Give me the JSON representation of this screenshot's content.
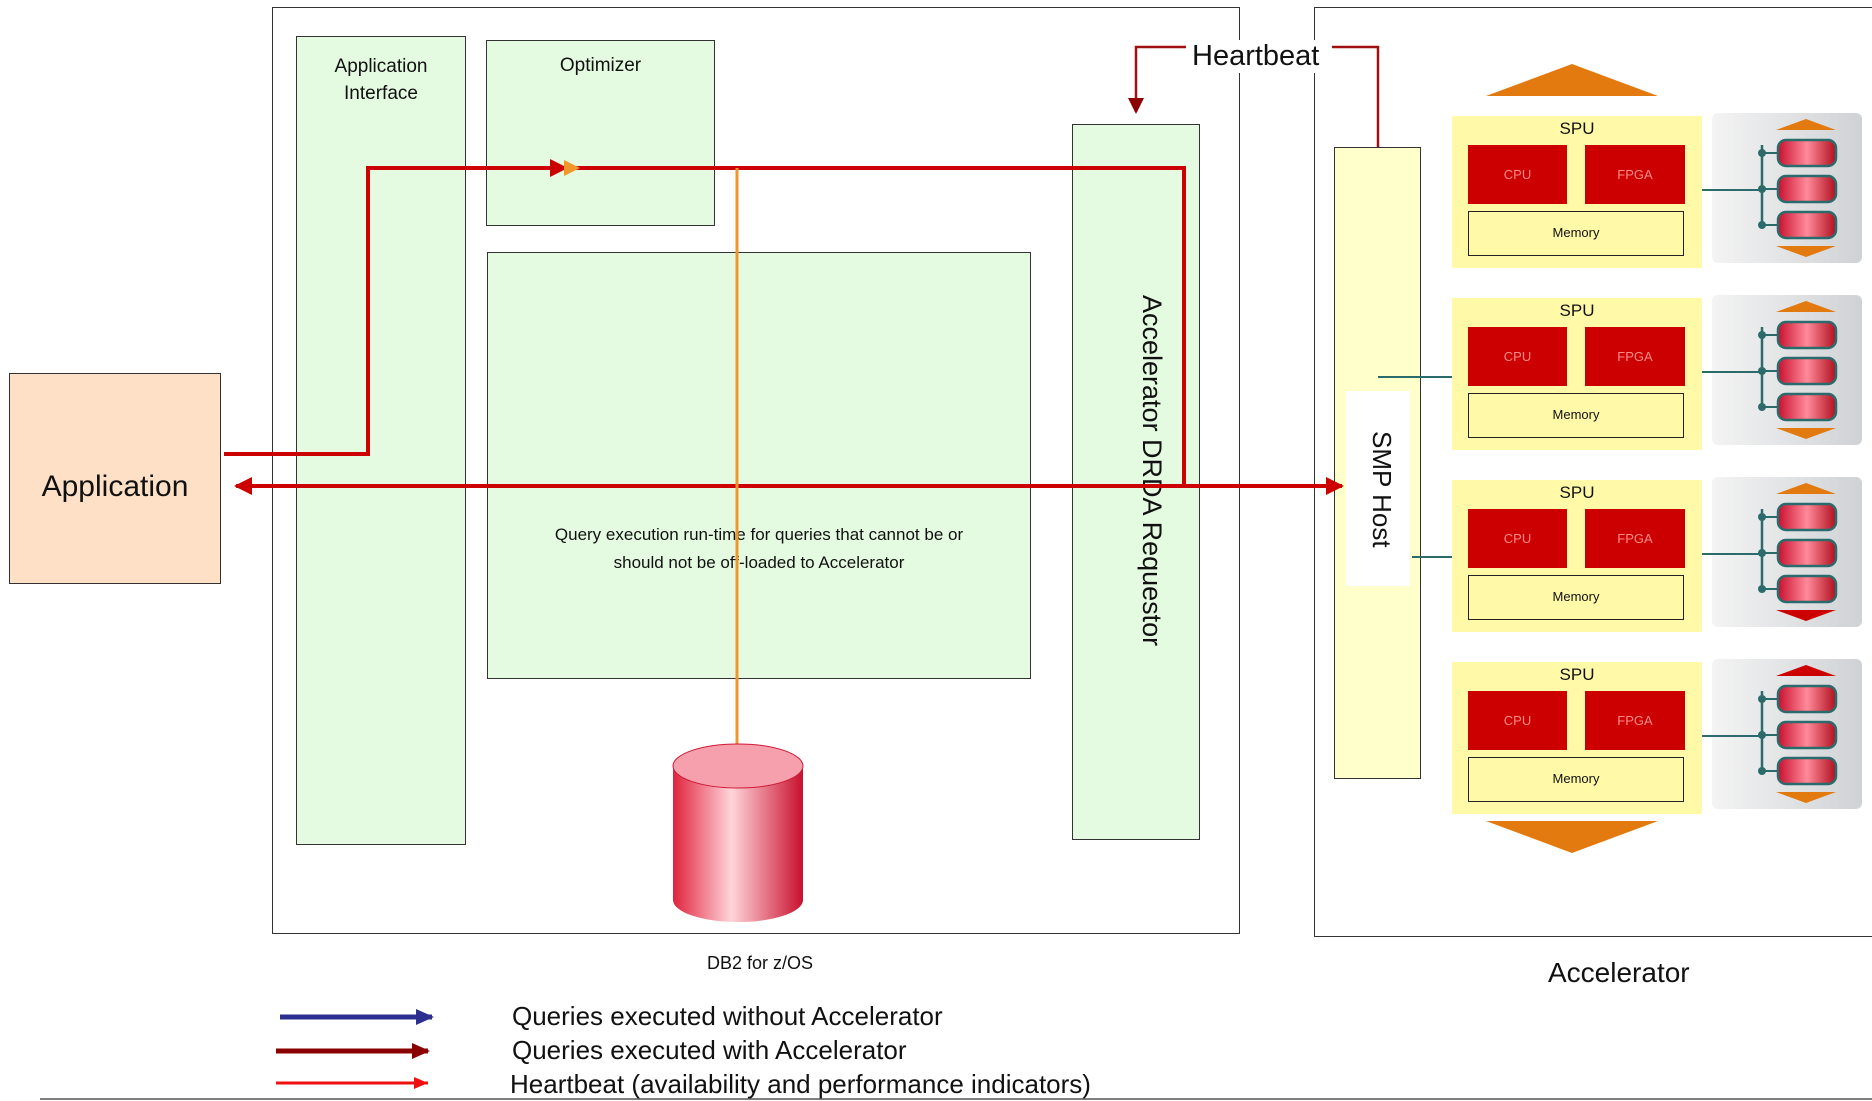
{
  "application": {
    "label": "Application"
  },
  "db2": {
    "caption": "DB2 for z/OS",
    "app_interface": "Application\nInterface",
    "optimizer": "Optimizer",
    "query_runtime": "Query execution run-time for queries that cannot be or\nshould not be off-loaded to Accelerator",
    "drda_requestor": "Accelerator  DRDA Requestor"
  },
  "heartbeat": {
    "label": "Heartbeat"
  },
  "accelerator": {
    "caption": "Accelerator",
    "smp_host": "SMP Host",
    "spus": [
      {
        "title": "SPU",
        "cpu": "CPU",
        "fpga": "FPGA",
        "memory": "Memory"
      },
      {
        "title": "SPU",
        "cpu": "CPU",
        "fpga": "FPGA",
        "memory": "Memory"
      },
      {
        "title": "SPU",
        "cpu": "CPU",
        "fpga": "FPGA",
        "memory": "Memory"
      },
      {
        "title": "SPU",
        "cpu": "CPU",
        "fpga": "FPGA",
        "memory": "Memory"
      }
    ]
  },
  "legend": {
    "items": [
      {
        "label": "Queries executed without Accelerator",
        "color": "#2b2f8f"
      },
      {
        "label": "Queries executed with Accelerator",
        "color": "#8b0000"
      },
      {
        "label": "Heartbeat (availability and performance indicators)",
        "color": "#ee1111"
      }
    ]
  },
  "colors": {
    "flow_red": "#cc0000",
    "flow_orange": "#f0962a",
    "triangle_orange": "#e27a10",
    "host_yellow": "#ffffcc",
    "teal_line": "#2b6b6b"
  }
}
